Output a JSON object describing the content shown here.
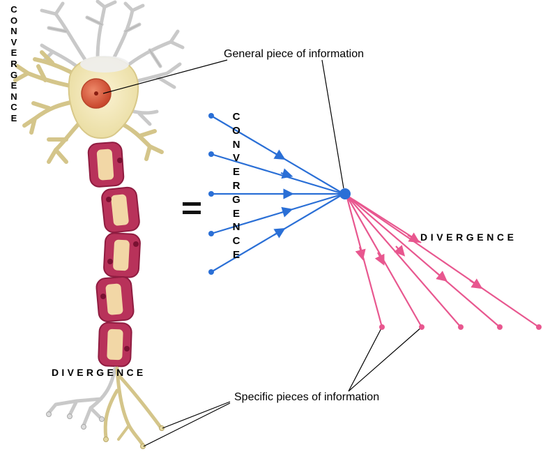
{
  "labels": {
    "convergence_left": "CONVERGENCE",
    "convergence_center": "CONVERGENCE",
    "divergence_bottom": "DIVERGENCE",
    "divergence_right": "DIVERGENCE",
    "general_info": "General piece of information",
    "specific_info": "Specific pieces of information"
  },
  "colors": {
    "convergence_lines": "#2a6fd6",
    "divergence_lines": "#e8578f",
    "myelin": "#b8325a",
    "myelin_inner": "#f2d7a6",
    "nucleus": "#d8563a",
    "dendrite_tan": "#d4c58a",
    "dendrite_gray": "#c9c9c9",
    "leader_lines": "#000000"
  }
}
